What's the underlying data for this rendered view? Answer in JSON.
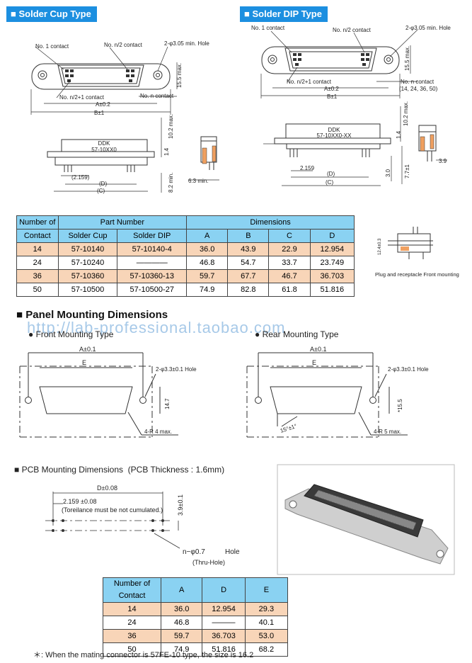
{
  "headers": {
    "solder_cup": "Solder Cup Type",
    "solder_dip": "Solder DIP Type",
    "panel": "Panel Mounting Dimensions",
    "front": "Front Mounting Type",
    "rear": "Rear Mounting Type",
    "pcb": "PCB Mounting Dimensions",
    "pcb_note": "(PCB Thickness : 1.6mm)"
  },
  "watermark": "http://lab-professional.taobao.com",
  "cup": {
    "no1": "No. 1 contact",
    "no_n2": "No. n/2 contact",
    "hole": "2-φ3.05 min. Hole",
    "n21": "No. n/2+1 contact",
    "nn": "No. n contact",
    "a": "A±0.2",
    "b": "B±1",
    "h155": "15.5 max.",
    "brand": "DDK",
    "part": "57-10XX0",
    "d2159": "(2.159)",
    "d": "(D)",
    "c": "(C)",
    "h102": "10.2 max.",
    "h14": "1.4",
    "h82": "8.2 min.",
    "m63": "6.3 min."
  },
  "dip": {
    "no1": "No. 1 contact",
    "no_n2": "No. n/2 contact",
    "hole": "2-φ3.05 min. Hole",
    "n21": "No. n/2+1 contact",
    "nn": "No. n contact",
    "nn_list": "(14, 24, 36, 50)",
    "a": "A±0.2",
    "b": "B±1",
    "h155": "15.5 max.",
    "brand": "DDK",
    "part": "57-10XX0-XX",
    "d2159": "2.159",
    "d": "(D)",
    "c": "(C)",
    "h102": "10.2 max.",
    "h14": "1.4",
    "h30": "3.0",
    "h77": "7.7±1",
    "m39": "3.9"
  },
  "front_mount_note": "Plug and receptacle Front mounting",
  "front_mount_dim": "12.4±0.3",
  "parts_table": {
    "h_num": "Number of",
    "h_contact": "Contact",
    "h_part": "Part Number",
    "h_dims": "Dimensions",
    "h_cup": "Solder Cup",
    "h_dip": "Solder DIP",
    "h_a": "A",
    "h_b": "B",
    "h_c": "C",
    "h_d": "D",
    "rows": [
      {
        "n": "14",
        "cup": "57-10140",
        "dip": "57-10140-4",
        "a": "36.0",
        "b": "43.9",
        "c": "22.9",
        "d": "12.954"
      },
      {
        "n": "24",
        "cup": "57-10240",
        "dip": "————",
        "a": "46.8",
        "b": "54.7",
        "c": "33.7",
        "d": "23.749"
      },
      {
        "n": "36",
        "cup": "57-10360",
        "dip": "57-10360-13",
        "a": "59.7",
        "b": "67.7",
        "c": "46.7",
        "d": "36.703"
      },
      {
        "n": "50",
        "cup": "57-10500",
        "dip": "57-10500-27",
        "a": "74.9",
        "b": "82.8",
        "c": "61.8",
        "d": "51.816"
      }
    ]
  },
  "front_panel": {
    "a": "A±0.1",
    "e": "E",
    "hole": "2-φ3.3±0.1 Hole",
    "h": "14.7",
    "r": "4-R 4  max."
  },
  "rear_panel": {
    "a": "A±0.1",
    "e": "E",
    "hole": "2-φ3.3±0.1 Hole",
    "h": "*15.5",
    "ang": "15°±1°",
    "r": "4-R 5  max."
  },
  "pcb": {
    "d": "D±0.08",
    "p": "2.159 ±0.08",
    "tol": "(Toreilance must be not cumulated.)",
    "h": "3.9±0.1",
    "hole": "n−φ0.7",
    "hole2": "Hole",
    "thru": "(Thru-Hole)"
  },
  "pcb_table": {
    "h_num": "Number of",
    "h_contact": "Contact",
    "h_a": "A",
    "h_d": "D",
    "h_e": "E",
    "rows": [
      {
        "n": "14",
        "a": "36.0",
        "d": "12.954",
        "e": "29.3"
      },
      {
        "n": "24",
        "a": "46.8",
        "d": "———",
        "e": "40.1"
      },
      {
        "n": "36",
        "a": "59.7",
        "d": "36.703",
        "e": "53.0"
      },
      {
        "n": "50",
        "a": "74.9",
        "d": "51.816",
        "e": "68.2"
      }
    ]
  },
  "footnote": "＊: When the mating connector is 57FE-10 type, the size is 16.2"
}
